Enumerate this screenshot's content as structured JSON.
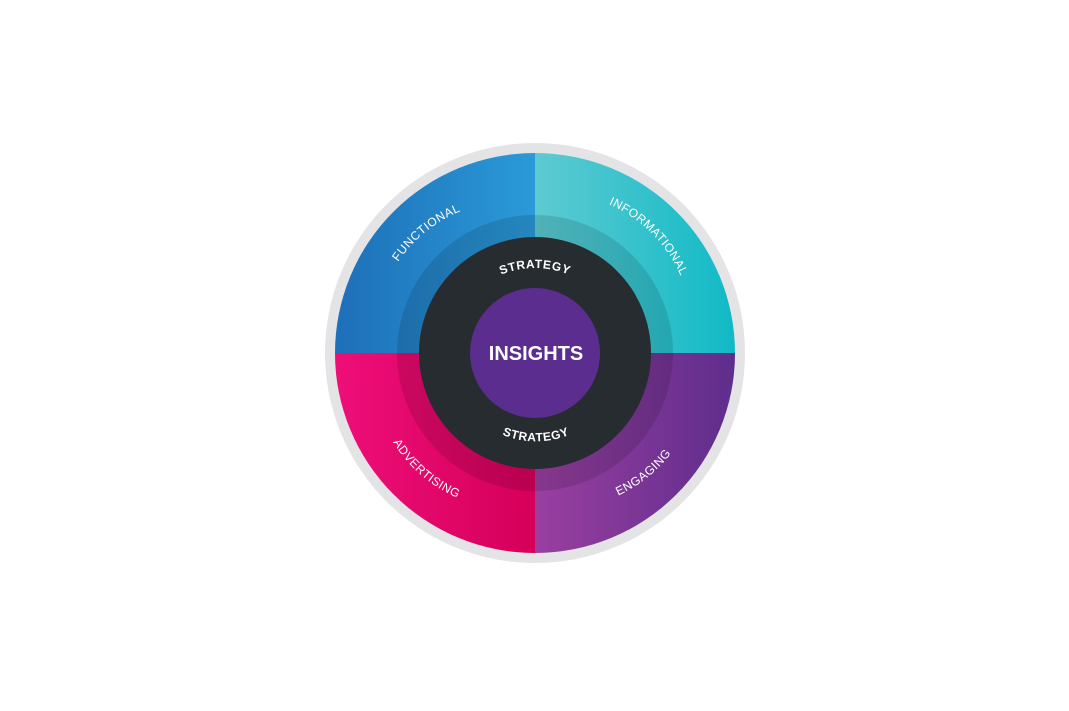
{
  "diagram": {
    "center": {
      "label": "INSIGHTS",
      "color": "#5b2d8e"
    },
    "ring": {
      "top_label": "STRATEGY",
      "bottom_label": "STRATEGY",
      "color": "#262c2f"
    },
    "outer_rim_color": "#e4e4e6",
    "quadrants": [
      {
        "id": "functional",
        "label": "FUNCTIONAL",
        "colors": [
          "#1e6fb8",
          "#2a9ad8"
        ]
      },
      {
        "id": "informational",
        "label": "INFORMATIONAL",
        "colors": [
          "#5ecad2",
          "#10bac6"
        ]
      },
      {
        "id": "engaging",
        "label": "ENGAGING",
        "colors": [
          "#9a3fa0",
          "#5e2d8c"
        ]
      },
      {
        "id": "advertising",
        "label": "ADVERTISING",
        "colors": [
          "#ee0e78",
          "#d5005a"
        ]
      }
    ]
  }
}
